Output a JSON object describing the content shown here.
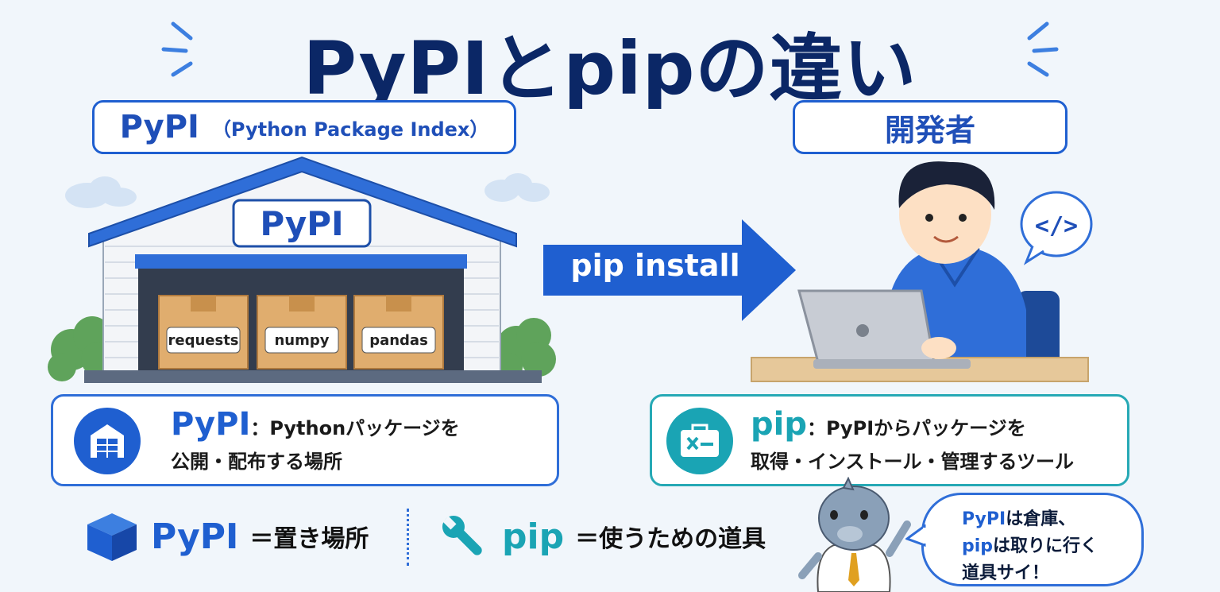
{
  "title": "PyPIとpipの違い",
  "pypi_header": {
    "name": "PyPI",
    "full": "（Python Package Index）"
  },
  "dev_header": "開発者",
  "warehouse": {
    "sign": "PyPI",
    "boxes": [
      "requests",
      "numpy",
      "pandas"
    ]
  },
  "arrow_label": "pip install",
  "info_left": {
    "keyword": "PyPI",
    "line1": "：Pythonパッケージを",
    "line2": "公開・配布する場所"
  },
  "info_right": {
    "keyword": "pip",
    "line1": "：PyPIからパッケージを",
    "line2": "取得・インストール・管理するツール"
  },
  "summary_left": {
    "keyword": "PyPI",
    "text": "＝置き場所"
  },
  "summary_right": {
    "keyword": "pip",
    "text": "＝使うための道具"
  },
  "mascot_bubble": {
    "kw1": "PyPI",
    "t1": "は倉庫、",
    "kw2": "pip",
    "t2": "は取りに行く",
    "t3": "道具サイ！"
  },
  "code_bubble": "</>",
  "colors": {
    "navy": "#0b2766",
    "blue": "#1f5fd0",
    "teal": "#1aa4b4",
    "box": "#e0ad6e"
  }
}
